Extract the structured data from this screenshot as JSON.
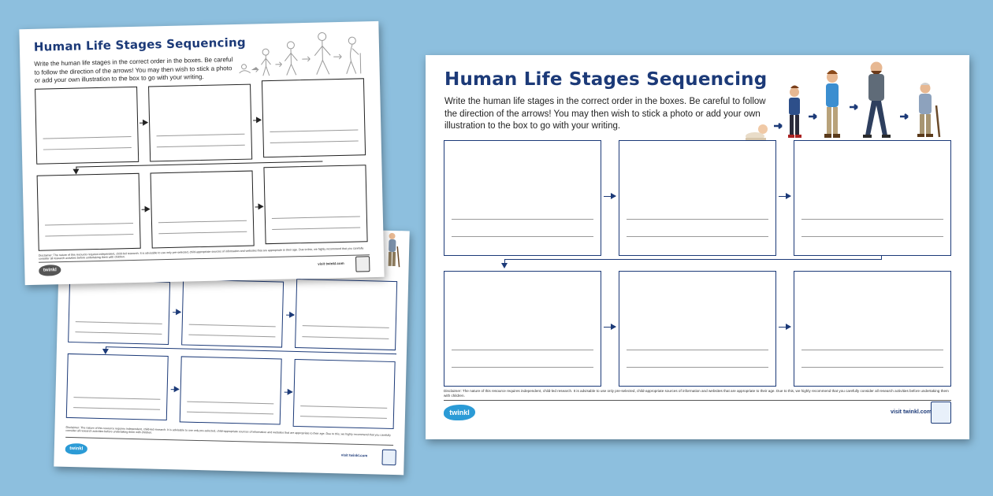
{
  "worksheet": {
    "title": "Human Life Stages Sequencing",
    "instructions": "Write the human life stages in the correct order in the boxes. Be careful to follow the direction of the arrows! You may then wish to stick a photo or add your own illustration to the box to go with your writing.",
    "instructions_small": "Write the human life stages in the correct order in the boxes. Be careful to follow the direction of the arrows! You may then wish to stick a photo or add your own illustration to the box to go with your writing.",
    "disclaimer": "Disclaimer: The nature of this resource requires independent, child-led research. It is advisable to use only pre-selected, child-appropriate sources of information and websites that are appropriate to their age. Due to this, we highly recommend that you carefully consider all research activities before undertaking them with children.",
    "visit": "visit twinkl.com",
    "logo": "twinkl",
    "box_count": 6,
    "illustration": "life-stages-people-illustration"
  },
  "colors": {
    "background": "#8dbfde",
    "brand_navy": "#1c3a78",
    "twinkl_blue": "#2b9bd6"
  }
}
